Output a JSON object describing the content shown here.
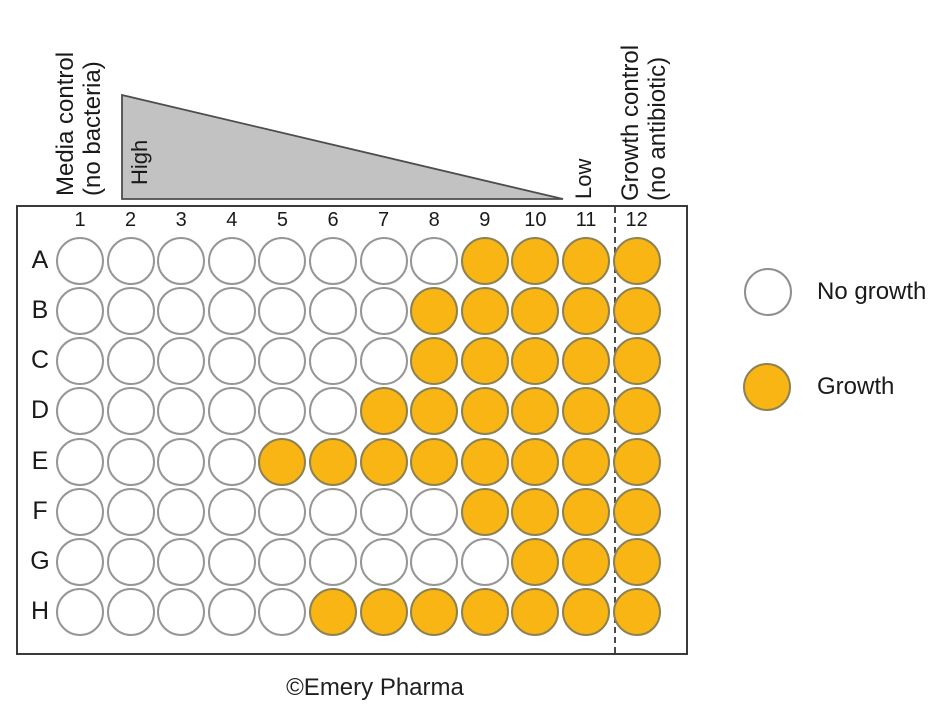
{
  "annotations": {
    "media_control": {
      "line1": "Media control",
      "line2": "(no bacteria)"
    },
    "gradient": {
      "high": "High",
      "low": "Low"
    },
    "growth_control": {
      "line1": "Growth control",
      "line2": "(no antibiotic)"
    }
  },
  "plate": {
    "column_labels": [
      "1",
      "2",
      "3",
      "4",
      "5",
      "6",
      "7",
      "8",
      "9",
      "10",
      "11",
      "12"
    ],
    "rows": [
      {
        "label": "A",
        "states": [
          0,
          0,
          0,
          0,
          0,
          0,
          0,
          0,
          1,
          1,
          1,
          1
        ]
      },
      {
        "label": "B",
        "states": [
          0,
          0,
          0,
          0,
          0,
          0,
          0,
          1,
          1,
          1,
          1,
          1
        ]
      },
      {
        "label": "C",
        "states": [
          0,
          0,
          0,
          0,
          0,
          0,
          0,
          1,
          1,
          1,
          1,
          1
        ]
      },
      {
        "label": "D",
        "states": [
          0,
          0,
          0,
          0,
          0,
          0,
          1,
          1,
          1,
          1,
          1,
          1
        ]
      },
      {
        "label": "E",
        "states": [
          0,
          0,
          0,
          0,
          1,
          1,
          1,
          1,
          1,
          1,
          1,
          1
        ]
      },
      {
        "label": "F",
        "states": [
          0,
          0,
          0,
          0,
          0,
          0,
          0,
          0,
          1,
          1,
          1,
          1
        ]
      },
      {
        "label": "G",
        "states": [
          0,
          0,
          0,
          0,
          0,
          0,
          0,
          0,
          0,
          1,
          1,
          1
        ]
      },
      {
        "label": "H",
        "states": [
          0,
          0,
          0,
          0,
          0,
          1,
          1,
          1,
          1,
          1,
          1,
          1
        ]
      }
    ]
  },
  "legend": {
    "items": [
      {
        "id": "no-growth",
        "label": "No growth"
      },
      {
        "id": "growth",
        "label": "Growth"
      }
    ]
  },
  "caption": "©Emery Pharma",
  "colors": {
    "growth_fill": "#F9B513",
    "no_growth_fill": "#FFFFFF",
    "well_stroke": "#969696",
    "growth_stroke": "#8C8254",
    "plate_border": "#3A3A3A",
    "triangle_fill": "#C2C2C2",
    "triangle_stroke": "#4D4D4D"
  }
}
